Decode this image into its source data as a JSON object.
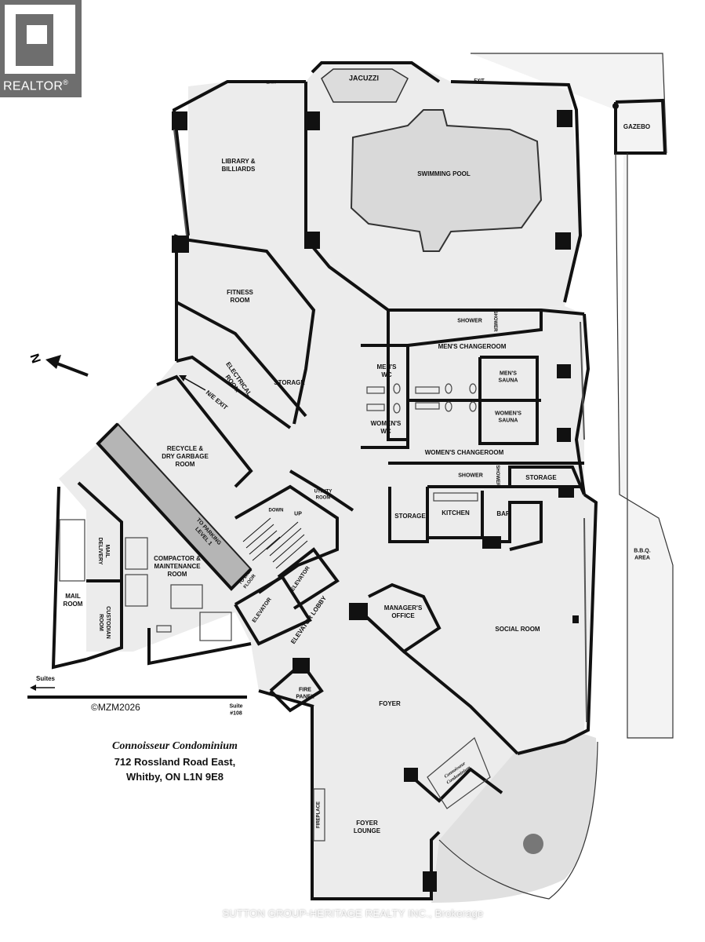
{
  "logo": {
    "text": "REALTOR",
    "registered": "®"
  },
  "compass": {
    "letter": "N"
  },
  "rooms": {
    "jacuzzi": "JACUZZI",
    "exit_top_left": "EXIT",
    "exit_top_right": "EXIT",
    "gazebo": "GAZEBO",
    "library": "LIBRARY &\nBILLIARDS",
    "swimming_pool": "SWIMMING POOL",
    "fitness": "FITNESS\nROOM",
    "shower_men_1": "SHOWER",
    "shower_men_2": "SHOWER",
    "mens_changeroom": "MEN'S CHANGEROOM",
    "mens_wc": "MEN'S\nWC",
    "mens_sauna": "MEN'S\nSAUNA",
    "womens_wc": "WOMEN'S\nWC",
    "womens_sauna": "WOMEN'S\nSAUNA",
    "womens_changeroom": "WOMEN'S CHANGEROOM",
    "shower_women_1": "SHOWER",
    "shower_women_2": "SHOWER",
    "storage_east": "STORAGE",
    "electrical": "ELECTRICAL\nROOM",
    "storage_center": "STORAGE",
    "ne_exit": "N/E EXIT",
    "recycle": "RECYCLE &\nDRY GARBAGE\nROOM",
    "to_parking": "TO PARKING\nLEVEL 1",
    "down": "DOWN",
    "up": "UP",
    "utility": "UTILITY\nROOM",
    "storage_kitchen": "STORAGE",
    "kitchen": "KITCHEN",
    "bar": "BAR",
    "bbq": "B.B.Q.\nAREA",
    "mail_delivery": "MAIL\nDELIVERY",
    "compactor": "COMPACTOR &\nMAINTENANCE\nROOM",
    "to_2nd_floor": "TO 2nd\nFLOOR",
    "elevator_1": "ELEVATOR",
    "elevator_2": "ELEVATOR",
    "mail_room": "MAIL\nROOM",
    "custodian": "CUSTODIAN\nROOM",
    "elevator_lobby": "ELEVATOR LOBBY",
    "managers_office": "MANAGER'S\nOFFICE",
    "social_room": "SOCIAL ROOM",
    "suites": "Suites",
    "suite_108": "Suite\n#108",
    "fire_panel": "FIRE\nPANEL",
    "foyer": "FOYER",
    "fireplace": "FIREPLACE",
    "foyer_lounge": "FOYER\nLOUNGE",
    "connoisseur_sign": "Connoisseur\nCondominium"
  },
  "copyright": "©MZM2026",
  "address": {
    "name": "Connoisseur Condominium",
    "street": "712 Rossland Road East,",
    "city": "Whitby, ON  L1N 9E8"
  },
  "brokerage": "SUTTON GROUP-HERITAGE REALTY INC., Brokerage",
  "colors": {
    "wall": "#111111",
    "floor": "#ececec",
    "pool": "#d9d9d9",
    "garbage_chute": "#b5b5b5",
    "patio": "#e3e3e3",
    "logo_gray": "#6e6e6e"
  }
}
